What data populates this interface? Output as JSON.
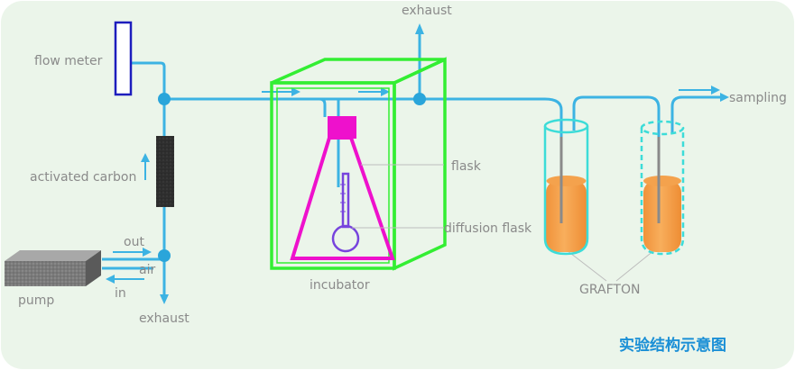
{
  "labels": {
    "flow_meter": "flow meter",
    "activated_carbon": "activated carbon",
    "pump": "pump",
    "out": "out",
    "air": "air",
    "in": "in",
    "exhaust_bottom": "exhaust",
    "exhaust_top": "exhaust",
    "incubator": "incubator",
    "flask": "flask",
    "diffusion_flask": "diffusion flask",
    "sampling": "sampling",
    "grafton": "GRAFTON"
  },
  "caption": "实验结构示意图",
  "colors": {
    "background": "#ebf5ea",
    "tube": "#3cb3e3",
    "flow_meter": "#1d1dbd",
    "carbon": "#2f2f2f",
    "incubator": "#33ee33",
    "flask": "#ee11cc",
    "diffusion_flask": "#7744dd",
    "liquid": "#f5a04a",
    "caption": "#1a8fd6"
  }
}
